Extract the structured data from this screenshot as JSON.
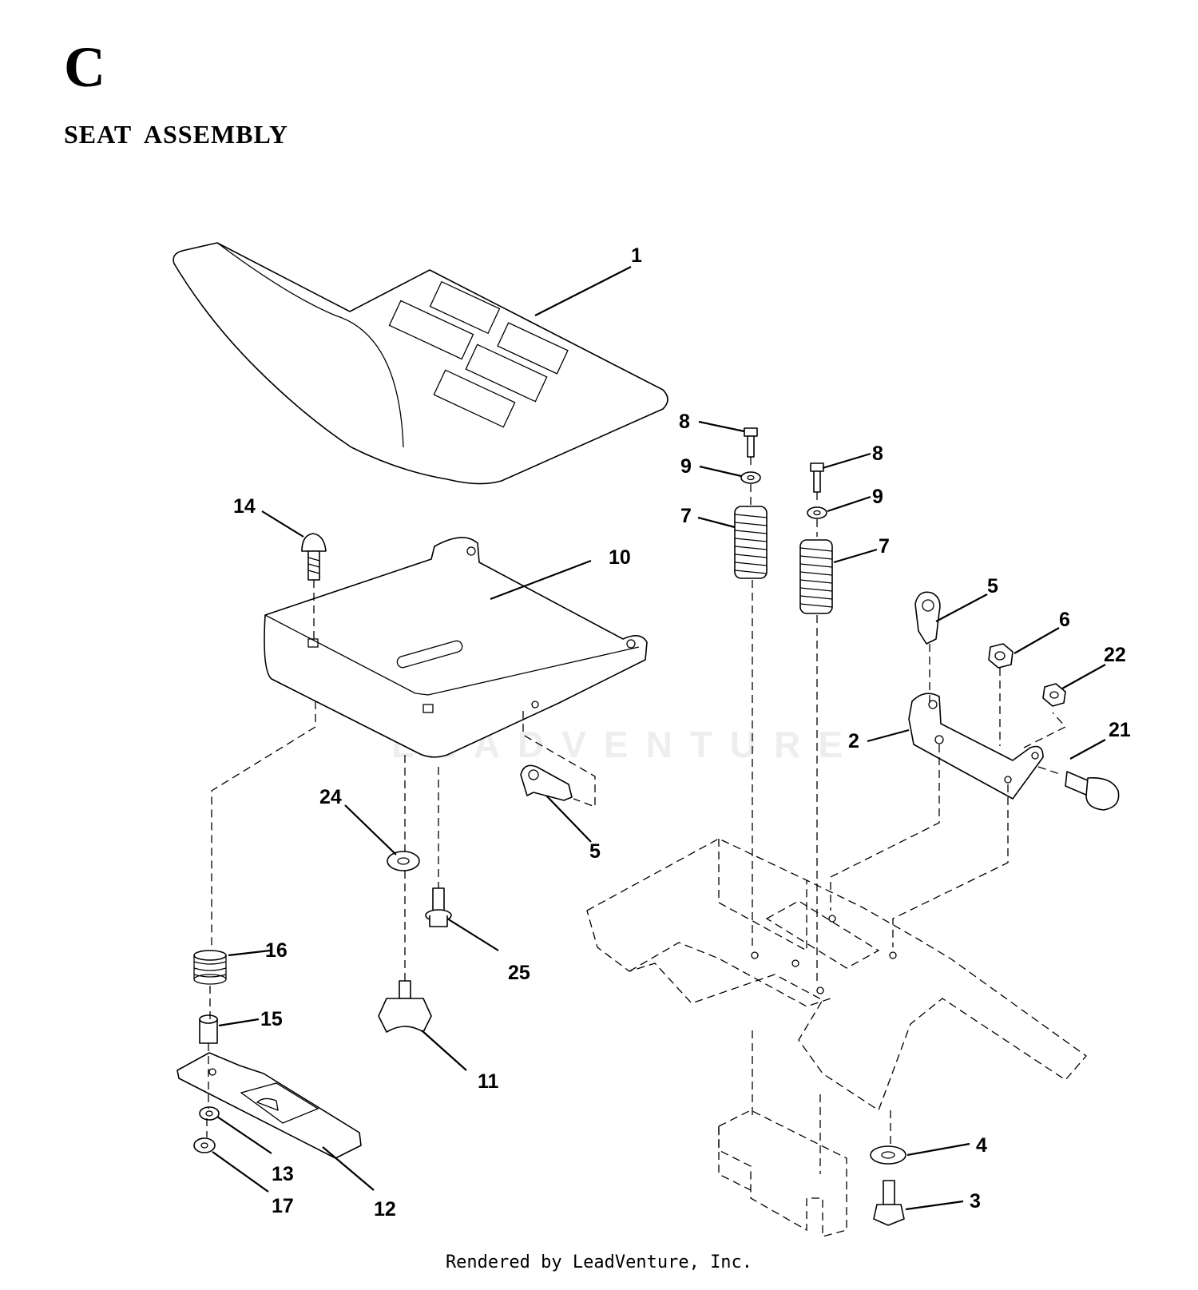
{
  "header": {
    "section_letter": "C",
    "title": "SEAT ASSEMBLY"
  },
  "watermark": "LEADVENTURE",
  "footer": {
    "text": "Rendered by LeadVenture, Inc."
  },
  "callouts": [
    {
      "id": "c1",
      "label": "1"
    },
    {
      "id": "c2",
      "label": "2"
    },
    {
      "id": "c3",
      "label": "3"
    },
    {
      "id": "c4",
      "label": "4"
    },
    {
      "id": "c5a",
      "label": "5"
    },
    {
      "id": "c5b",
      "label": "5"
    },
    {
      "id": "c6",
      "label": "6"
    },
    {
      "id": "c7a",
      "label": "7"
    },
    {
      "id": "c7b",
      "label": "7"
    },
    {
      "id": "c8a",
      "label": "8"
    },
    {
      "id": "c8b",
      "label": "8"
    },
    {
      "id": "c9a",
      "label": "9"
    },
    {
      "id": "c9b",
      "label": "9"
    },
    {
      "id": "c10",
      "label": "10"
    },
    {
      "id": "c11",
      "label": "11"
    },
    {
      "id": "c12",
      "label": "12"
    },
    {
      "id": "c13",
      "label": "13"
    },
    {
      "id": "c14",
      "label": "14"
    },
    {
      "id": "c15",
      "label": "15"
    },
    {
      "id": "c16",
      "label": "16"
    },
    {
      "id": "c17",
      "label": "17"
    },
    {
      "id": "c21",
      "label": "21"
    },
    {
      "id": "c22",
      "label": "22"
    },
    {
      "id": "c24",
      "label": "24"
    },
    {
      "id": "c25",
      "label": "25"
    }
  ]
}
